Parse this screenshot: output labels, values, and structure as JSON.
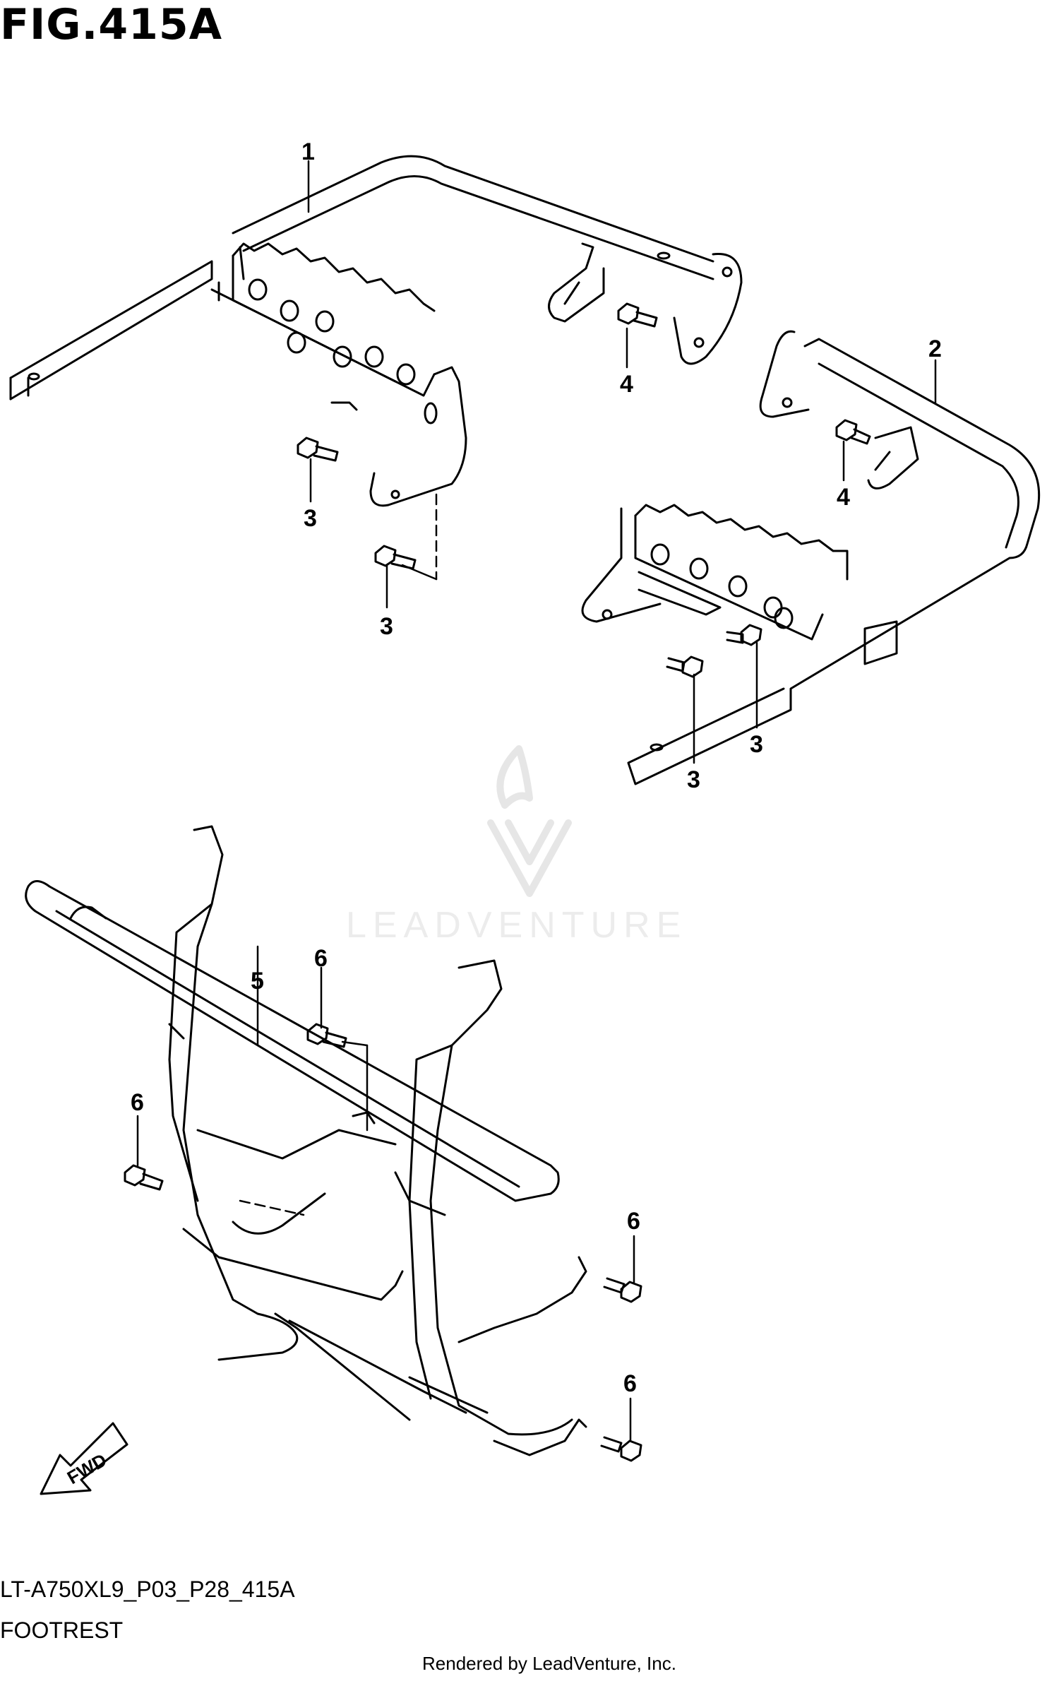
{
  "figure": {
    "title": "FIG.415A",
    "model_code": "LT-A750XL9_P03_P28_415A",
    "section_name": "FOOTREST",
    "render_note": "Rendered by LeadVenture, Inc.",
    "watermark": "LEADVENTURE"
  },
  "callouts": [
    {
      "id": "c1",
      "label": "1"
    },
    {
      "id": "c2",
      "label": "2"
    },
    {
      "id": "c3a",
      "label": "3"
    },
    {
      "id": "c3b",
      "label": "3"
    },
    {
      "id": "c3c",
      "label": "3"
    },
    {
      "id": "c3d",
      "label": "3"
    },
    {
      "id": "c4a",
      "label": "4"
    },
    {
      "id": "c4b",
      "label": "4"
    },
    {
      "id": "c5",
      "label": "5"
    },
    {
      "id": "c6a",
      "label": "6"
    },
    {
      "id": "c6b",
      "label": "6"
    },
    {
      "id": "c6c",
      "label": "6"
    },
    {
      "id": "c6d",
      "label": "6"
    }
  ],
  "fwd_arrow": {
    "label": "FWD"
  },
  "colors": {
    "line": "#000000",
    "background": "#ffffff",
    "watermark": "#e6e6e6"
  }
}
